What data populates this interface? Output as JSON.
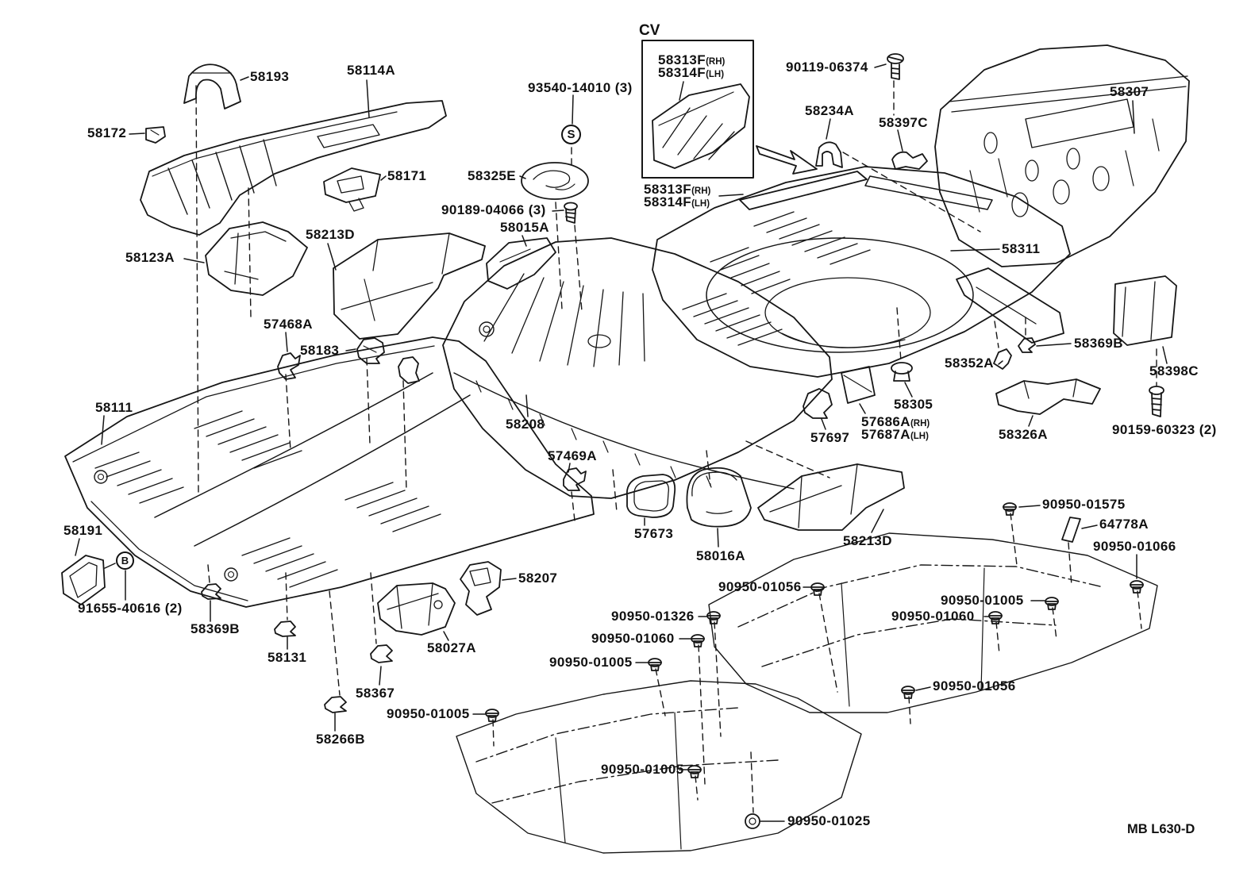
{
  "diagram": {
    "drawing_code": "MB L630-D",
    "cv_marker": "CV",
    "circled_s": "S",
    "circled_b": "B",
    "suffix_rh": "(RH)",
    "suffix_lh": "(LH)"
  },
  "labels": {
    "p58193": "58193",
    "p58114A": "58114A",
    "p58172": "58172",
    "p58171": "58171",
    "p58123A": "58123A",
    "p58213D_upper": "58213D",
    "p93540_14010": "93540-14010 (3)",
    "p58325E": "58325E",
    "p90189_04066": "90189-04066 (3)",
    "p58015A": "58015A",
    "p58313F": "58313F",
    "p58314F": "58314F",
    "p90119_06374": "90119-06374",
    "p58234A": "58234A",
    "p58397C": "58397C",
    "p58307": "58307",
    "p58311": "58311",
    "p57468A": "57468A",
    "p58183": "58183",
    "p58111": "58111",
    "p58208": "58208",
    "p57469A": "57469A",
    "p57697": "57697",
    "p57686A": "57686A",
    "p57687A": "57687A",
    "p58369B": "58369B",
    "p58352A": "58352A",
    "p58305": "58305",
    "p58326A": "58326A",
    "p58398C": "58398C",
    "p90159_60323": "90159-60323 (2)",
    "p58191": "58191",
    "p91655_40616": "91655-40616 (2)",
    "p58131": "58131",
    "p58027A": "58027A",
    "p58207": "58207",
    "p58367": "58367",
    "p58266B": "58266B",
    "p57673": "57673",
    "p58016A": "58016A",
    "p58213D_lower": "58213D",
    "p90950_01056": "90950-01056",
    "p90950_01326": "90950-01326",
    "p90950_01060": "90950-01060",
    "p90950_01005": "90950-01005",
    "p90950_01025": "90950-01025",
    "p90950_01066": "90950-01066",
    "p90950_01575": "90950-01575",
    "p64778A": "64778A"
  }
}
